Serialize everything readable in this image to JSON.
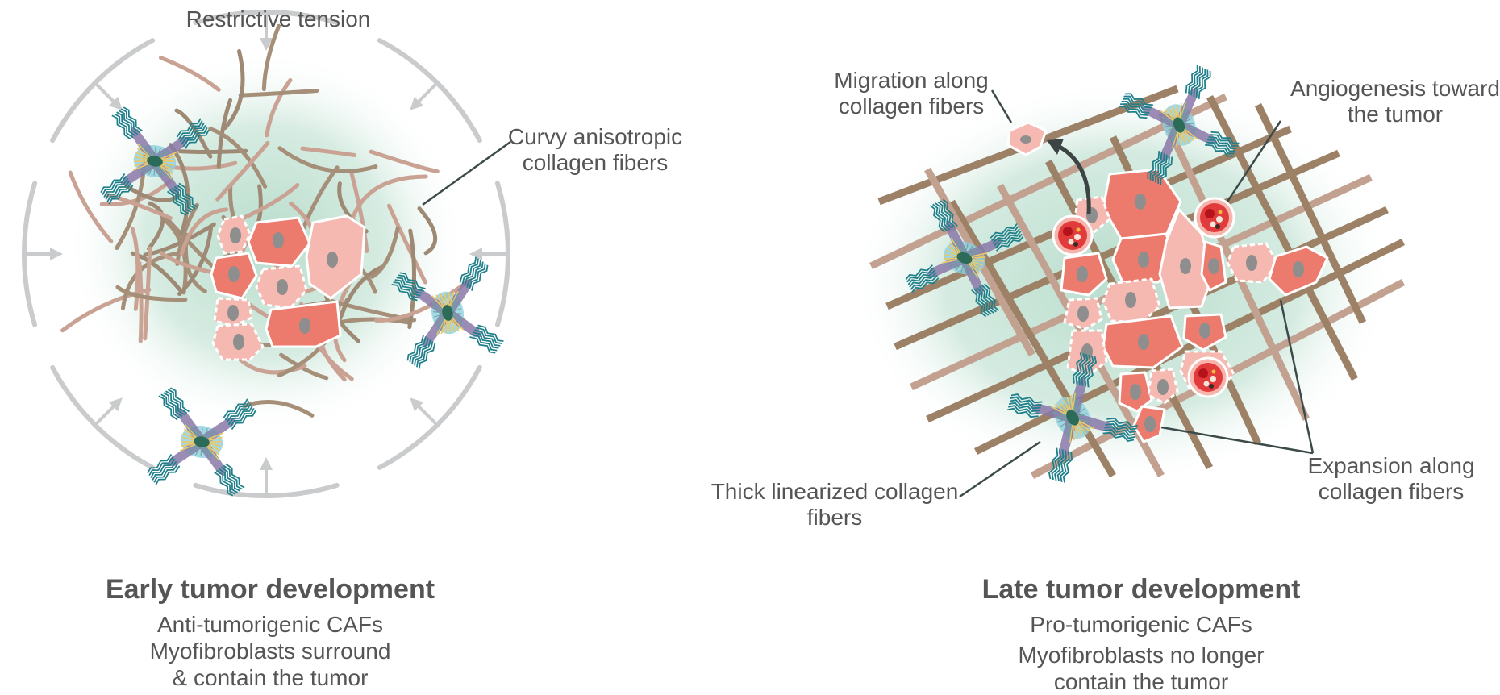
{
  "left_panel": {
    "labels": {
      "restrictive_tension": "Restrictive tension",
      "curvy_fibers_line1": "Curvy anisotropic",
      "curvy_fibers_line2": "collagen fibers"
    },
    "caption": {
      "title": "Early tumor development",
      "line1": "Anti-tumorigenic CAFs",
      "line2": "Myofibroblasts surround",
      "line3": "& contain the tumor"
    }
  },
  "right_panel": {
    "labels": {
      "migration_line1": "Migration along",
      "migration_line2": "collagen fibers",
      "angiogenesis_line1": "Angiogenesis toward",
      "angiogenesis_line2": "the tumor",
      "thick_fibers_line1": "Thick linearized collagen",
      "thick_fibers_line2": "fibers",
      "expansion_line1": "Expansion along",
      "expansion_line2": "collagen fibers"
    },
    "caption": {
      "title": "Late tumor development",
      "line1": "Pro-tumorigenic CAFs",
      "line2": "Myofibroblasts no longer",
      "line3": "contain the tumor"
    }
  },
  "colors": {
    "collagen_curvy": "#a8907a",
    "collagen_thick": "#9c8166",
    "tumor_dark": "#ec7b6e",
    "tumor_light": "#f6b9b1",
    "nucleus": "#8e8e8e",
    "tension_arc": "#c9cbcc",
    "halo": "#bfe0d2",
    "leader_line": "#3d4a4a",
    "fibroblast_teal": "#1f7f8a",
    "fibroblast_yellow": "#e8c96a",
    "fibroblast_purple": "#8a78a8",
    "fibroblast_blue": "#8ecfe0",
    "vessel": "#e23b3b"
  }
}
